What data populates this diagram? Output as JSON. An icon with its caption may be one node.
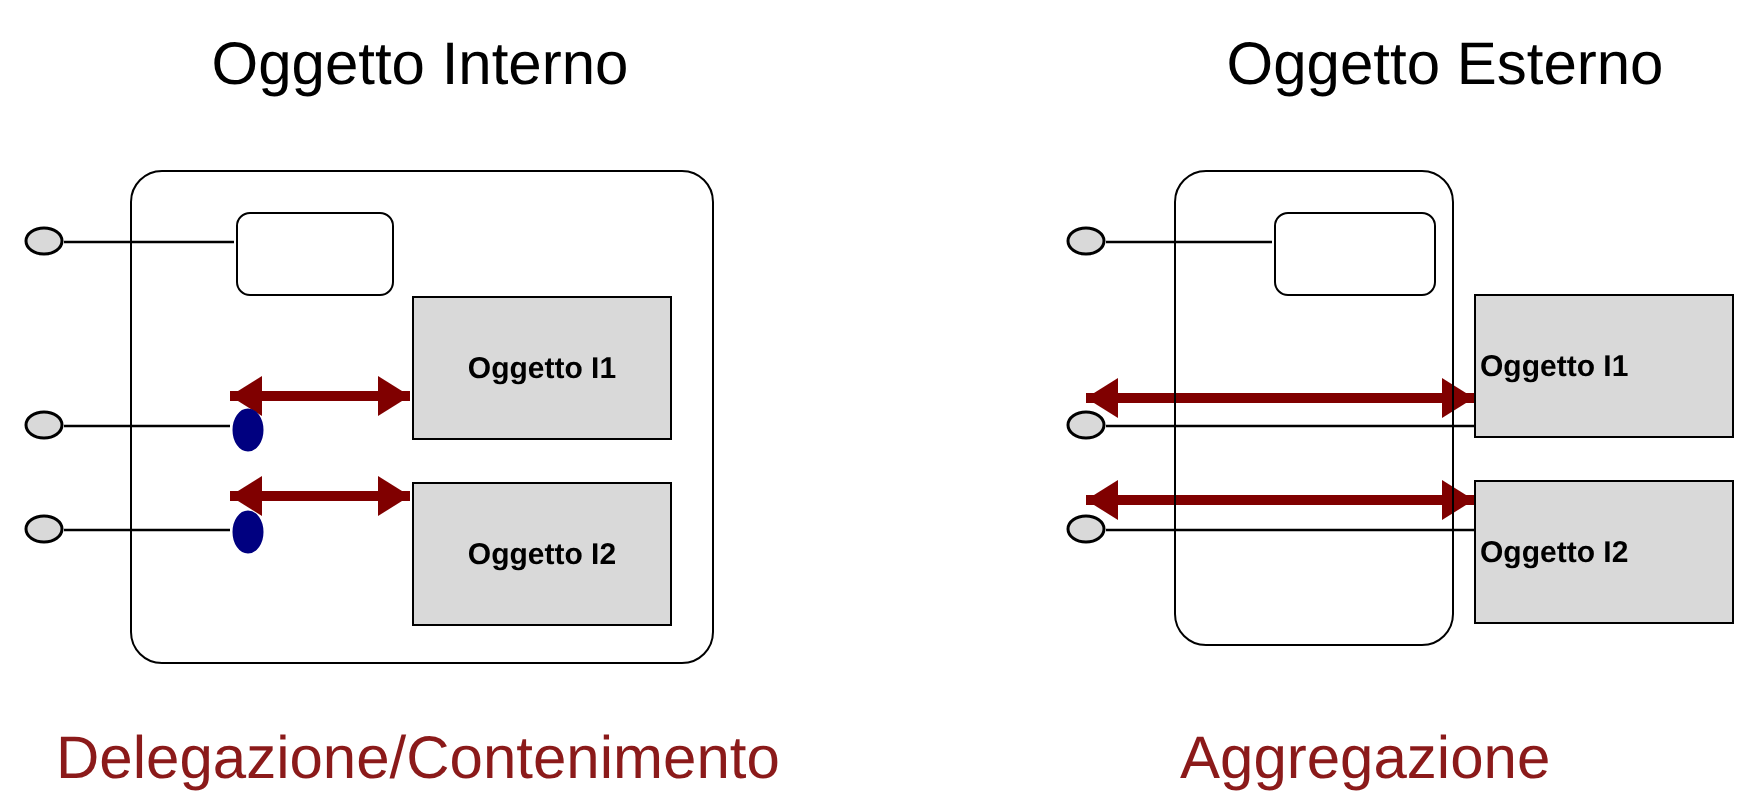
{
  "diagram": {
    "nodes": [
      {
        "text": [
          "Oggetto Interno"
        ]
      },
      {
        "text": [],
        "shape": "box",
        "in": 0
      },
      {
        "text": [
          "Oggetto I1"
        ],
        "in": 0
      },
      {
        "text": [
          "Oggetto I2"
        ],
        "in": 0
      },
      {
        "text": [],
        "shape": "circle"
      },
      {
        "text": [],
        "shape": "circle"
      },
      {
        "text": [],
        "shape": "circle"
      },
      {
        "text": [],
        "shape": "circle",
        "in": 0
      },
      {
        "text": [],
        "shape": "circle",
        "in": 0
      },
      {
        "text": [
          "Oggetto Esterno"
        ]
      },
      {
        "text": [],
        "shape": "box",
        "in": 9
      },
      {
        "text": [
          "Oggetto I1"
        ]
      },
      {
        "text": [
          "Oggetto I2"
        ]
      },
      {
        "text": [],
        "shape": "circle"
      },
      {
        "text": [],
        "shape": "circle"
      },
      {
        "text": [],
        "shape": "circle"
      }
    ],
    "edges": [
      {
        "from": 4,
        "to": 1,
        "arrow": "none"
      },
      {
        "from": 5,
        "to": 7,
        "arrow": "none"
      },
      {
        "from": 6,
        "to": 8,
        "arrow": "none"
      },
      {
        "from": 7,
        "to": 2,
        "arrow": "both",
        "style": "thick",
        "color": "#800000"
      },
      {
        "from": 8,
        "to": 3,
        "arrow": "both",
        "style": "thick",
        "color": "#800000"
      },
      {
        "from": 13,
        "to": 10,
        "arrow": "none"
      },
      {
        "from": 14,
        "to": 11,
        "arrow": "none"
      },
      {
        "from": 15,
        "to": 12,
        "arrow": "none"
      },
      {
        "from": 14,
        "to": 11,
        "arrow": "both",
        "style": "thick",
        "color": "#800000"
      },
      {
        "from": 15,
        "to": 12,
        "arrow": "both",
        "style": "thick",
        "color": "#800000"
      }
    ],
    "labels": [
      "Delegazione/Contenimento",
      "Aggregazione"
    ]
  }
}
